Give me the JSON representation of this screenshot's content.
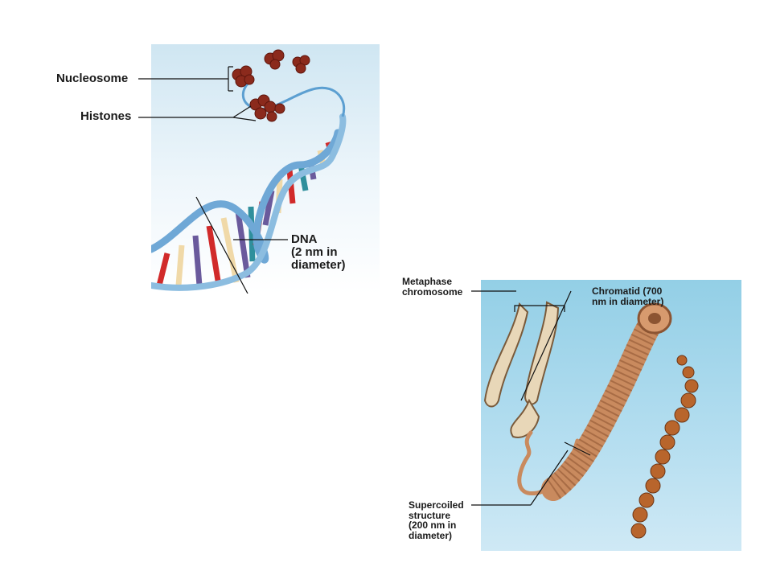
{
  "labels": {
    "nucleosome": "Nucleosome",
    "histones": "Histones",
    "dna": "DNA\n(2 nm in\ndiameter)",
    "metaphase_chromosome": "Metaphase\nchromosome",
    "chromatid": "Chromatid (700\nnm in diameter)",
    "supercoiled": "Supercoiled\nstructure\n(200 nm in\ndiameter)"
  },
  "colors": {
    "histone": "#8b2a1c",
    "chromatin": "#c98a5e",
    "dna_backbone": "#6fa8d6",
    "base_red": "#d12a2a",
    "base_purple": "#6a5a9c",
    "base_teal": "#2f8f9c",
    "base_cream": "#f0d9a8"
  }
}
